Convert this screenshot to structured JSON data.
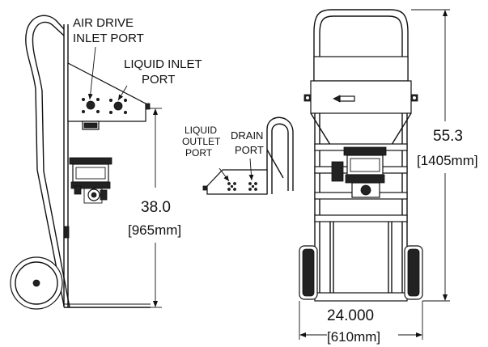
{
  "labels": {
    "air_drive_line1": "AIR DRIVE",
    "air_drive_line2": "INLET PORT",
    "liquid_inlet_line1": "LIQUID  INLET",
    "liquid_inlet_line2": "PORT",
    "liquid_outlet_line1": "LIQUID",
    "liquid_outlet_line2": "OUTLET",
    "liquid_outlet_line3": "PORT",
    "drain_line1": "DRAIN",
    "drain_line2": "PORT"
  },
  "dimensions": {
    "height_side_in": "38.0",
    "height_side_mm": "[965mm]",
    "height_front_in": "55.3",
    "height_front_mm": "[1405mm]",
    "width_front_in": "24.000",
    "width_front_mm": "[610mm]"
  }
}
